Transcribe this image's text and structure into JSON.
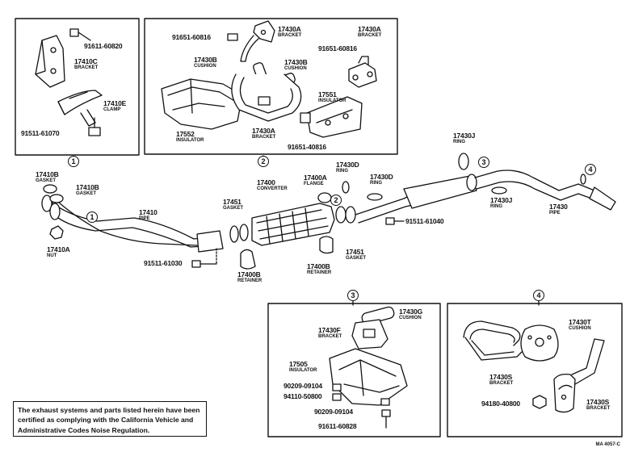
{
  "callouts": [
    "1",
    "2",
    "3",
    "4"
  ],
  "parts": {
    "p_91611_60820": {
      "num": "91611-60820"
    },
    "p_17410C": {
      "num": "17410C",
      "desc": "BRACKET"
    },
    "p_17410E": {
      "num": "17410E",
      "desc": "CLAMP"
    },
    "p_91511_61070": {
      "num": "91511-61070"
    },
    "p_91651_60816_a": {
      "num": "91651-60816"
    },
    "p_17430A_a": {
      "num": "17430A",
      "desc": "BRACKET"
    },
    "p_17430A_b": {
      "num": "17430A",
      "desc": "BRACKET"
    },
    "p_17430B_a": {
      "num": "17430B",
      "desc": "CUSHION"
    },
    "p_17430B_b": {
      "num": "17430B",
      "desc": "CUSHION"
    },
    "p_91651_60816_b": {
      "num": "91651-60816"
    },
    "p_17551": {
      "num": "17551",
      "desc": "INSULATOR"
    },
    "p_17552": {
      "num": "17552",
      "desc": "INSULATOR"
    },
    "p_17430A_c": {
      "num": "17430A",
      "desc": "BRACKET"
    },
    "p_91651_40816": {
      "num": "91651-40816"
    },
    "p_17410B_a": {
      "num": "17410B",
      "desc": "GASKET"
    },
    "p_17410B_b": {
      "num": "17410B",
      "desc": "GASKET"
    },
    "p_17410": {
      "num": "17410",
      "desc": "PIPE"
    },
    "p_17410A": {
      "num": "17410A",
      "desc": "NUT"
    },
    "p_91511_61030": {
      "num": "91511-61030"
    },
    "p_17451_a": {
      "num": "17451",
      "desc": "GASKET"
    },
    "p_17400": {
      "num": "17400",
      "desc": "CONVERTER"
    },
    "p_17400A": {
      "num": "17400A",
      "desc": "FLANGE"
    },
    "p_17430D_a": {
      "num": "17430D",
      "desc": "RING"
    },
    "p_17430D_b": {
      "num": "17430D",
      "desc": "RING"
    },
    "p_17400B_a": {
      "num": "17400B",
      "desc": "RETAINER"
    },
    "p_17400B_b": {
      "num": "17400B",
      "desc": "RETAINER"
    },
    "p_17451_b": {
      "num": "17451",
      "desc": "GASKET"
    },
    "p_91511_61040": {
      "num": "91511-61040"
    },
    "p_17430J_a": {
      "num": "17430J",
      "desc": "RING"
    },
    "p_17430J_b": {
      "num": "17430J",
      "desc": "RING"
    },
    "p_17430": {
      "num": "17430",
      "desc": "PIPE"
    },
    "p_17430G": {
      "num": "17430G",
      "desc": "CUSHION"
    },
    "p_17430F": {
      "num": "17430F",
      "desc": "BRACKET"
    },
    "p_17505": {
      "num": "17505",
      "desc": "INSULATOR"
    },
    "p_90209_09104_a": {
      "num": "90209-09104"
    },
    "p_94110_50800": {
      "num": "94110-50800"
    },
    "p_90209_09104_b": {
      "num": "90209-09104"
    },
    "p_91611_60828": {
      "num": "91611-60828"
    },
    "p_17430T": {
      "num": "17430T",
      "desc": "CUSHION"
    },
    "p_17430S_a": {
      "num": "17430S",
      "desc": "BRACKET"
    },
    "p_94180_40800": {
      "num": "94180-40800"
    },
    "p_17430S_b": {
      "num": "17430S",
      "desc": "BRACKET"
    }
  },
  "note": {
    "line1": "The exhaust systems and parts listed herein have been",
    "line2": "certified as complying with the California Vehicle and",
    "line3": "Administrative Codes Noise Regulation."
  },
  "drawing_code": "MA 4057-C"
}
